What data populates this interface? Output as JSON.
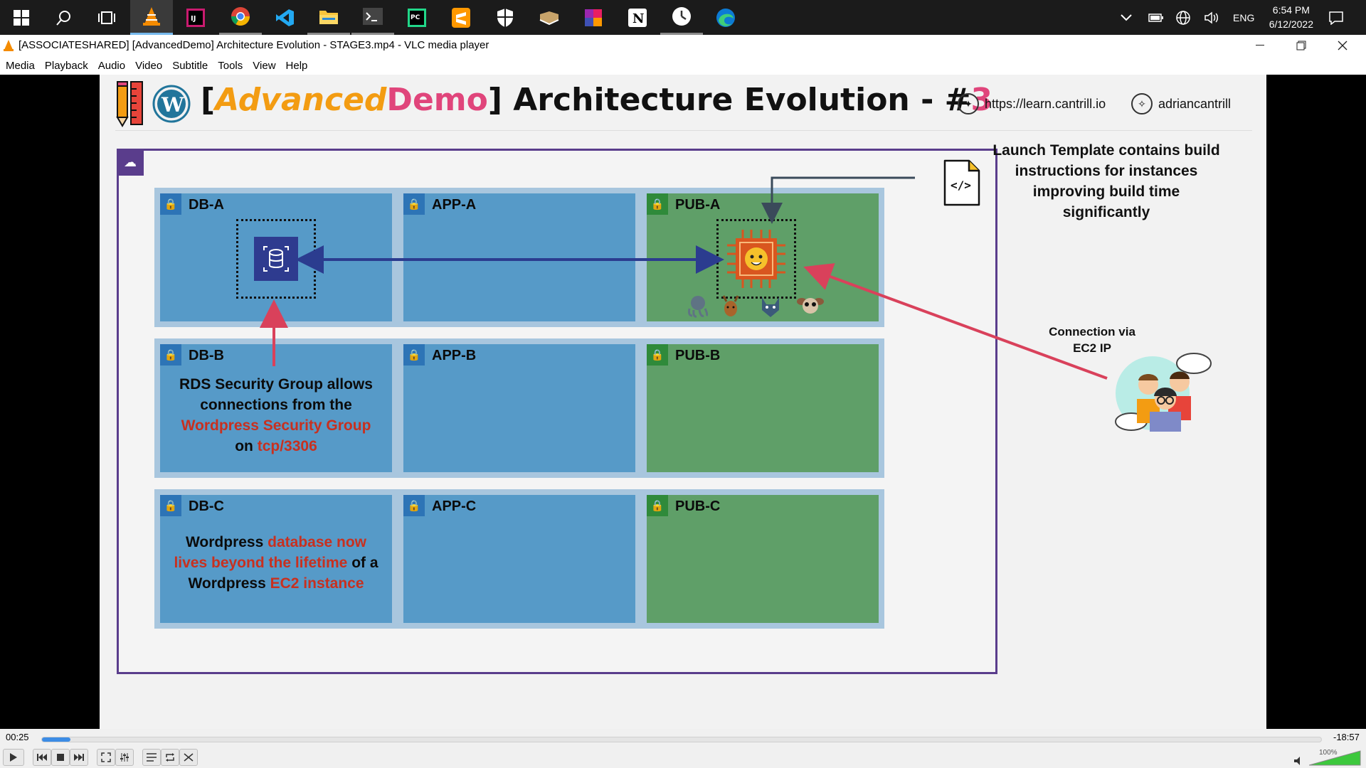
{
  "taskbar": {
    "icons": [
      "windows-start-icon",
      "search-icon",
      "task-view-icon",
      "vlc-icon",
      "intellij-icon",
      "chrome-icon",
      "vscode-icon",
      "file-explorer-icon",
      "terminal-icon",
      "pycharm-icon",
      "sublime-text-icon",
      "security-shield-icon",
      "book-icon",
      "color-app-icon",
      "notion-icon",
      "clock-app-icon",
      "edge-icon"
    ],
    "tray": {
      "language": "ENG",
      "time": "6:54 PM",
      "date": "6/12/2022"
    }
  },
  "window": {
    "title": "[ASSOCIATESHARED] [AdvancedDemo] Architecture Evolution - STAGE3.mp4 - VLC media player"
  },
  "menu": [
    "Media",
    "Playback",
    "Audio",
    "Video",
    "Subtitle",
    "Tools",
    "View",
    "Help"
  ],
  "slide": {
    "title_bracket_open": "[",
    "title_advanced": "Advanced",
    "title_demo": "Demo",
    "title_bracket_close": "]",
    "title_main": " Architecture Evolution - #",
    "title_number": "3",
    "url": "https://learn.cantrill.io",
    "twitter": "adriancantrill",
    "subnets": {
      "db_a": "DB-A",
      "app_a": "APP-A",
      "pub_a": "PUB-A",
      "db_b": "DB-B",
      "app_b": "APP-B",
      "pub_b": "PUB-B",
      "db_c": "DB-C",
      "app_c": "APP-C",
      "pub_c": "PUB-C"
    },
    "rds_note": {
      "part1": "RDS Security Group allows connections from the ",
      "part2": "Wordpress Security Group",
      "part3": " on ",
      "part4": "tcp/3306"
    },
    "db_note": {
      "part1": "Wordpress ",
      "part2": "database now lives beyond the lifetime",
      "part3": " of a Wordpress ",
      "part4": "EC2 instance"
    },
    "launch_note": "Launch Template contains build instructions for instances improving build time significantly",
    "connection_note": "Connection via EC2 IP",
    "colors": {
      "advanced": "#f39c12",
      "demo": "#e0457b",
      "number": "#e0457b",
      "vpc": "#5a3d8c",
      "arrow_red": "#d9415b",
      "arrow_blue": "#2b3c8f"
    }
  },
  "player": {
    "elapsed": "00:25",
    "remaining": "-18:57",
    "progress": 0.022,
    "volume": "100%"
  }
}
